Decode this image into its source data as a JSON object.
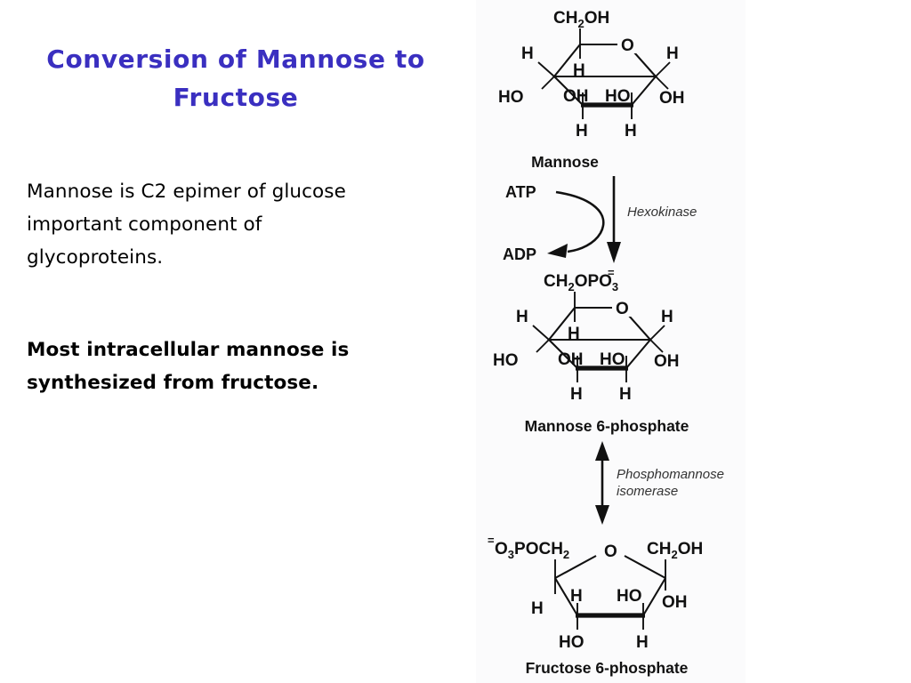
{
  "slide": {
    "title_line_1": "Conversion of Mannose to",
    "title_line_2": "Fructose",
    "title_color": "#3a2fc0",
    "body_paragraph_1": "Mannose is C2 epimer of glucose important component of glycoproteins.",
    "body_paragraph_1_lines": [
      "Mannose is C2 epimer of glucose",
      "important component of",
      "glycoproteins."
    ],
    "body_paragraph_2": "Most intracellular mannose is synthesized from fructose.",
    "body_paragraph_2_lines": [
      "Most intracellular mannose is",
      "synthesized from fructose."
    ],
    "background_color": "#ffffff",
    "text_color": "#000000"
  },
  "figure": {
    "panel_background": "#fbfbfc",
    "line_color": "#111111",
    "structures": [
      {
        "id": "mannose",
        "name": "Mannose",
        "ring_type": "pyranose-haworth",
        "top_group": "CH2OH",
        "ring_oxygen": "O",
        "substituents": {
          "c5_h_up": "H",
          "c4_h_left": "H",
          "c4_oh_left": "HO",
          "c3_oh": "OH",
          "c3_h_down": "H",
          "c2_oh": "HO",
          "c2_h_down": "H",
          "c1_h_up": "H",
          "c1_oh_right": "OH"
        }
      },
      {
        "id": "mannose-6-phosphate",
        "name": "Mannose 6-phosphate",
        "ring_type": "pyranose-haworth",
        "top_group": "CH2OPO3",
        "top_group_charge": "=",
        "ring_oxygen": "O",
        "substituents": {
          "c5_h_up": "H",
          "c4_h_left": "H",
          "c4_oh_left": "HO",
          "c3_oh": "OH",
          "c3_h_down": "H",
          "c2_oh": "HO",
          "c2_h_down": "H",
          "c1_h_up": "H",
          "c1_oh_right": "OH"
        }
      },
      {
        "id": "fructose-6-phosphate",
        "name": "Fructose 6-phosphate",
        "ring_type": "furanose-haworth",
        "left_group": "O3POCH2",
        "left_group_charge": "=",
        "right_group": "CH2OH",
        "ring_oxygen": "O",
        "substituents": {
          "c4_h_left": "H",
          "c4_h_up": "H",
          "c3_ho": "HO",
          "c3_oh_right": "OH",
          "c4_ho_down": "HO",
          "c3_h_down": "H"
        }
      }
    ],
    "reactions": [
      {
        "id": "hexokinase-step",
        "enzyme": "Hexokinase",
        "substrate_cofactor": "ATP",
        "product_cofactor": "ADP",
        "arrow": "down-single"
      },
      {
        "id": "phosphomannose-isomerase-step",
        "enzyme_line_1": "Phosphomannose",
        "enzyme_line_2": "isomerase",
        "arrow": "double-headed-vertical"
      }
    ]
  }
}
